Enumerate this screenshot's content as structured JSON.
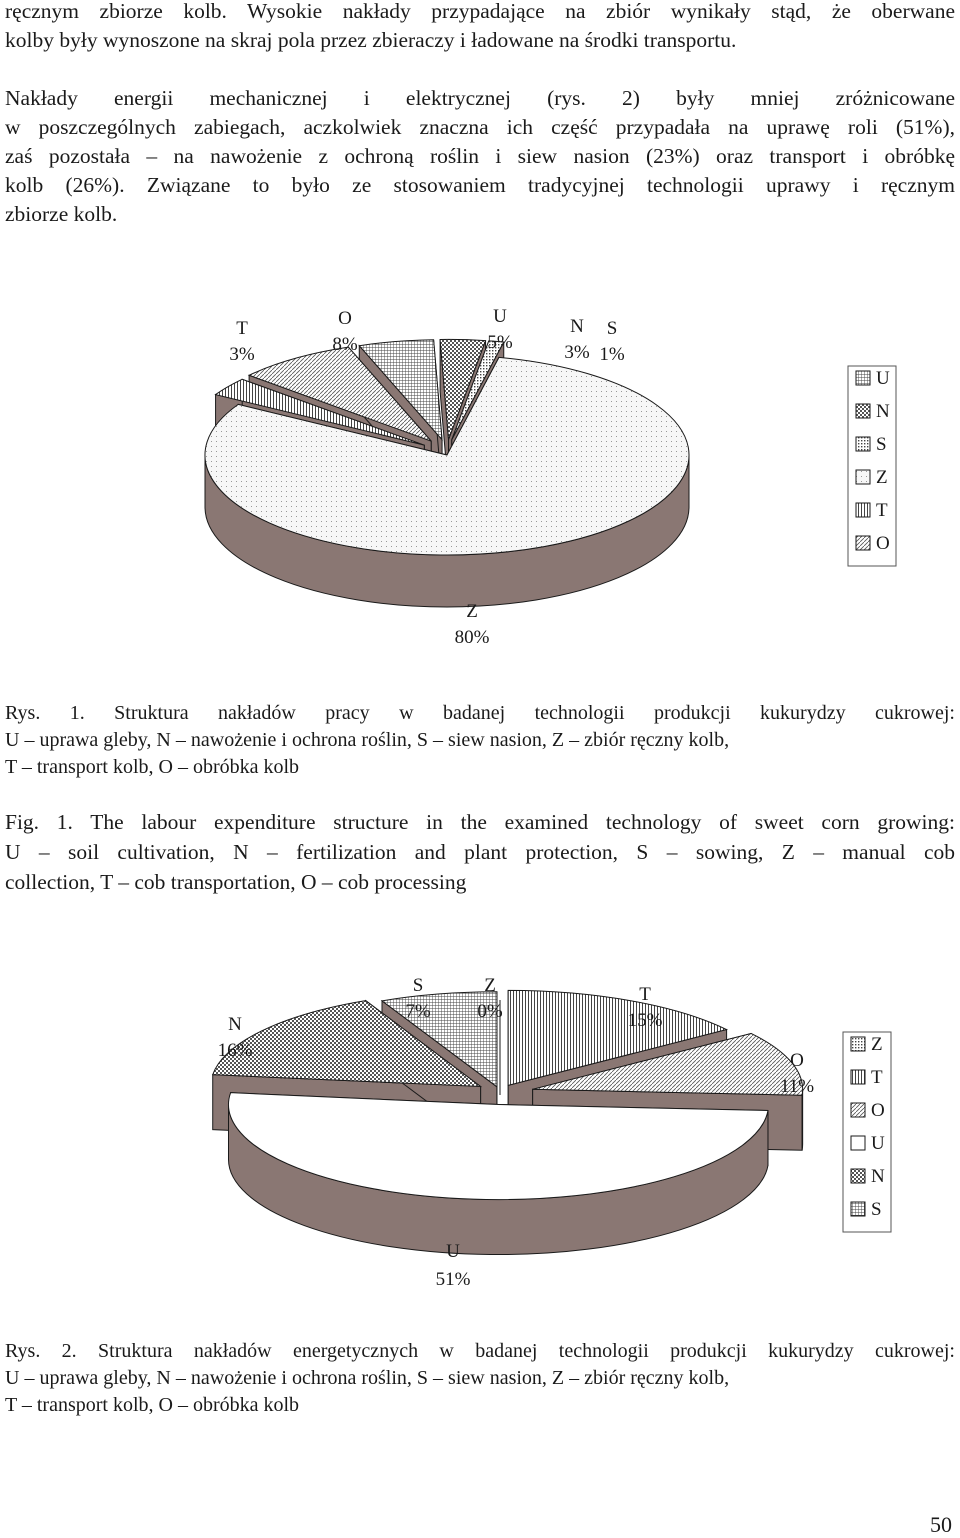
{
  "intro_paragraph": {
    "lines": [
      "ręcznym zbiorze kolb. Wysokie nakłady przypadające na zbiór wynikały stąd, że oberwane",
      "kolby były wynoszone na skraj pola przez zbieraczy i ładowane na środki transportu."
    ]
  },
  "energy_paragraph": {
    "lines": [
      "Nakłady energii mechanicznej i elektrycznej (rys. 2) były mniej zróżnicowane",
      "w poszczególnych zabiegach, aczkolwiek znaczna ich część przypadała na uprawę roli (51%),",
      "zaś pozostała – na nawożenie z ochroną roślin i siew nasion (23%) oraz transport i obróbkę",
      "kolb (26%). Związane to było ze stosowaniem tradycyjnej technologii uprawy i ręcznym",
      "zbiorze kolb."
    ]
  },
  "chart_data": [
    {
      "type": "pie",
      "style": "3d-exploded",
      "categories": [
        "U",
        "N",
        "S",
        "Z",
        "T",
        "O"
      ],
      "values": [
        5,
        3,
        1,
        80,
        3,
        8
      ],
      "data_labels": {
        "U": "5%",
        "N": "3%",
        "S": "1%",
        "Z": "80%",
        "T": "3%",
        "O": "8%"
      },
      "legend": [
        "U",
        "N",
        "S",
        "Z",
        "T",
        "O"
      ],
      "legend_position": "right"
    },
    {
      "type": "pie",
      "style": "3d-exploded",
      "categories": [
        "Z",
        "T",
        "O",
        "U",
        "N",
        "S"
      ],
      "values": [
        0,
        15,
        11,
        51,
        16,
        7
      ],
      "data_labels": {
        "Z": "0%",
        "T": "15%",
        "O": "11%",
        "U": "51%",
        "N": "16%",
        "S": "7%"
      },
      "legend": [
        "Z",
        "T",
        "O",
        "U",
        "N",
        "S"
      ],
      "legend_position": "right"
    }
  ],
  "caption_rys1": {
    "lines": [
      "Rys. 1. Struktura nakładów pracy w badanej technologii produkcji kukurydzy cukrowej:",
      "U – uprawa gleby, N – nawożenie i ochrona roślin, S – siew nasion, Z – zbiór ręczny kolb,",
      "T – transport kolb, O – obróbka kolb"
    ]
  },
  "caption_fig1": {
    "lines": [
      "Fig. 1. The labour expenditure structure in the examined technology of sweet corn growing:",
      "U – soil cultivation, N – fertilization and plant protection, S – sowing, Z – manual cob",
      "collection, T – cob transportation, O – cob processing"
    ]
  },
  "caption_rys2": {
    "lines": [
      "Rys. 2. Struktura nakładów energetycznych w badanej technologii produkcji kukurydzy cukrowej:",
      "U – uprawa gleby, N – nawożenie i ochrona roślin, S – siew nasion, Z – zbiór ręczny kolb,",
      "T – transport kolb, O – obróbka kolb"
    ]
  },
  "page_number": "50",
  "colors": {
    "side": "#8a7773",
    "outline": "#1a1a1a",
    "face_light": "#f3f3f3"
  }
}
